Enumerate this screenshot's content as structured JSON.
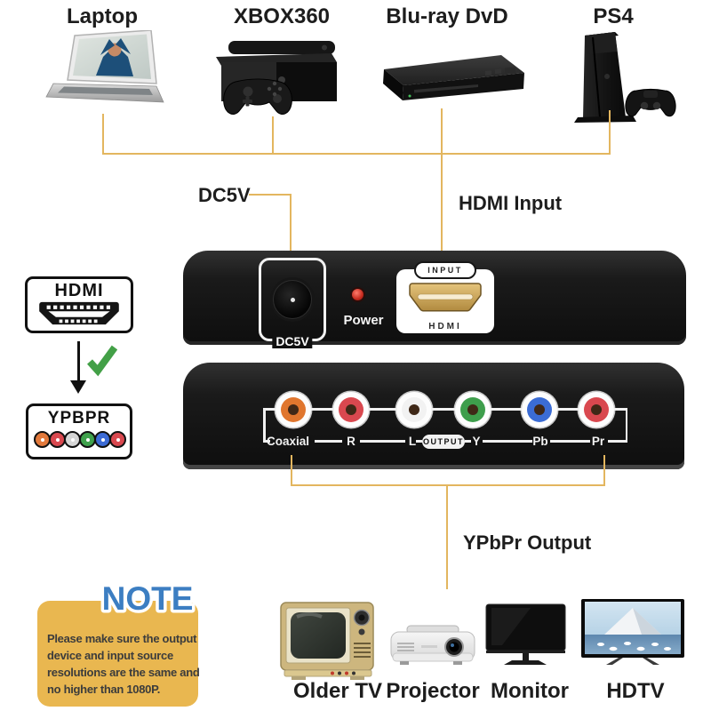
{
  "colors": {
    "line": "#E3B65F",
    "note_bg": "#E9B750",
    "note_title": "#3C7EC2",
    "check_green": "#43A047"
  },
  "top_devices": [
    {
      "label": "Laptop"
    },
    {
      "label": "XBOX360"
    },
    {
      "label": "Blu-ray DvD"
    },
    {
      "label": "PS4"
    }
  ],
  "converter": {
    "dc5v_callout": "DC5V",
    "hdmi_input_callout": "HDMI Input",
    "ypbpr_callout": "YPbPr Output",
    "top_panel": {
      "dc_port_label": "DC5V",
      "power_label": "Power",
      "input_label": "INPUT",
      "hdmi_label": "HDMI"
    },
    "bottom_panel": {
      "output_label": "OUTPUT",
      "ports": [
        {
          "name": "Coaxial",
          "color": "#E0762E"
        },
        {
          "name": "R",
          "color": "#D9484F"
        },
        {
          "name": "L",
          "color": "#F2F2F2"
        },
        {
          "name": "Y",
          "color": "#3E9E4C"
        },
        {
          "name": "Pb",
          "color": "#3B6CD4"
        },
        {
          "name": "Pr",
          "color": "#D9484F"
        }
      ]
    }
  },
  "side_badges": {
    "hdmi": "HDMI",
    "ypbpr": "YPBPR",
    "ypbpr_dot_colors": [
      "#E2793B",
      "#D9484F",
      "#D6D6D6",
      "#3FA14C",
      "#3C6BD5",
      "#D9484F"
    ]
  },
  "note": {
    "title": "NOTE",
    "lines": [
      "Please make sure the output",
      "device and input source",
      "resolutions are the same and",
      "no higher than 1080P."
    ]
  },
  "bottom_devices": [
    {
      "label": "Older TV"
    },
    {
      "label": "Projector"
    },
    {
      "label": "Monitor"
    },
    {
      "label": "HDTV"
    }
  ]
}
